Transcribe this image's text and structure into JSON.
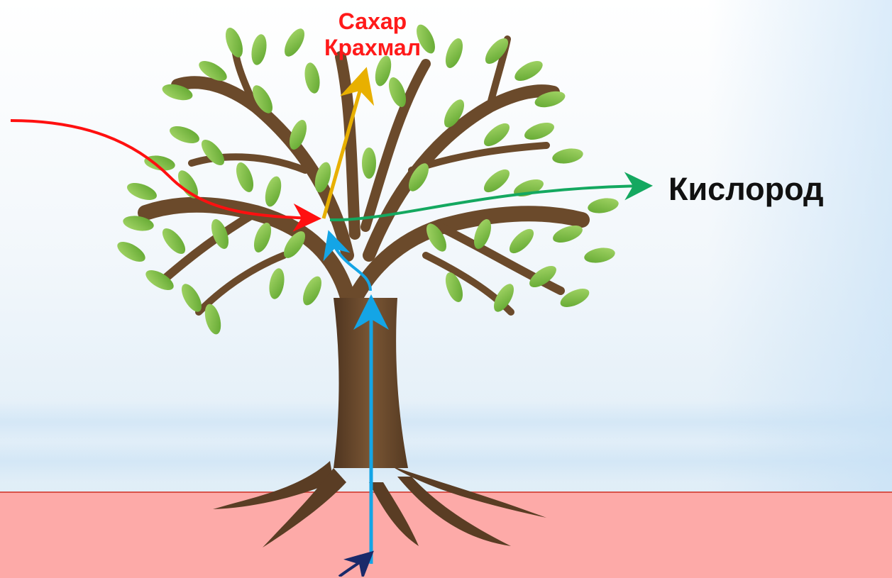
{
  "labels": {
    "sugar": "Сахар",
    "starch": "Крахмал",
    "oxygen": "Кислород"
  },
  "colors": {
    "light_arrow": "#ff1010",
    "product_arrow": "#e8b000",
    "oxygen_arrow": "#14a860",
    "water_arrow": "#14a5e6",
    "soil_arrow": "#1a2a6a",
    "trunk": "#6b4a2b",
    "leaf": "#7cc043",
    "soil": "#fdaaa8"
  },
  "icons": [
    "tree-illustration",
    "leaf-icon",
    "root-icon"
  ]
}
